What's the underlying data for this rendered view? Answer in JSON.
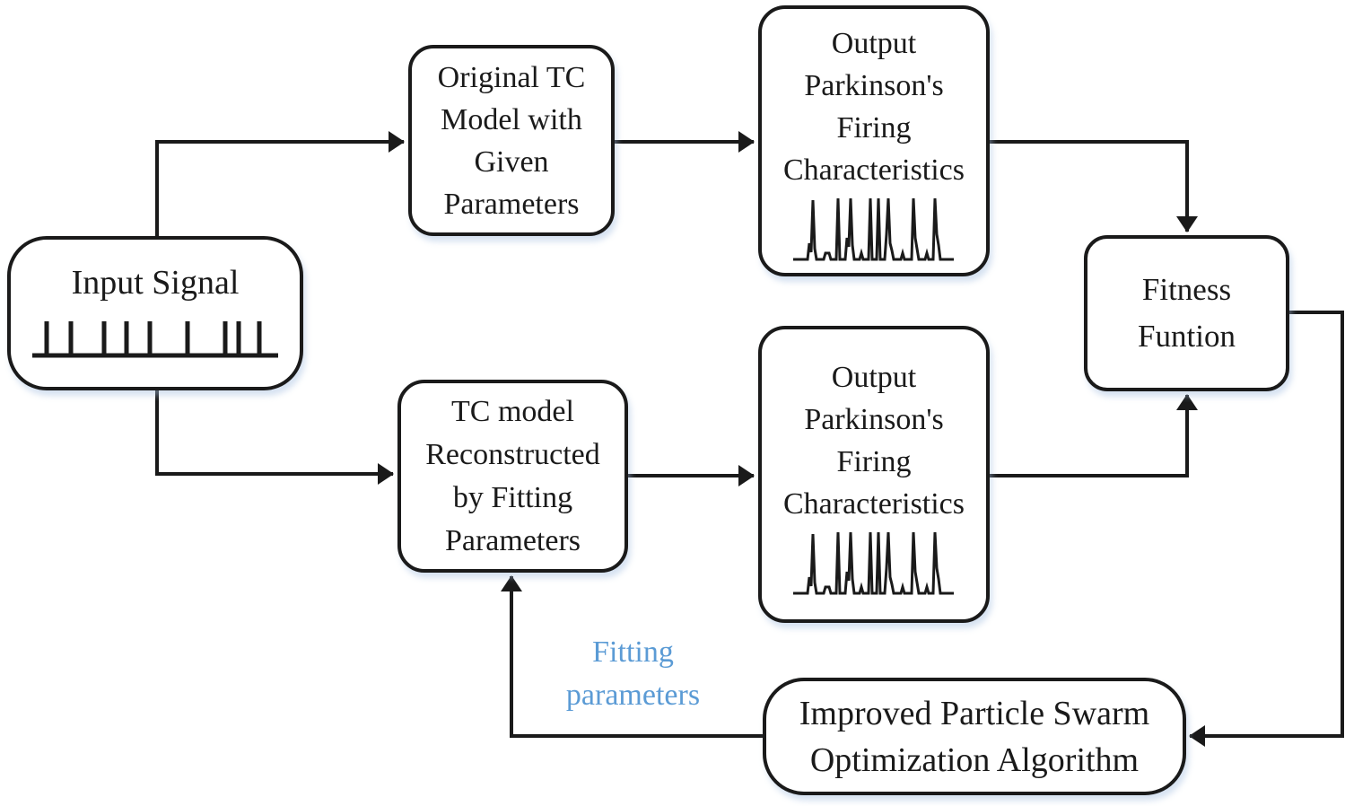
{
  "boxes": {
    "input_signal": {
      "label": "Input Signal",
      "icon": "spike-train-icon"
    },
    "original_tc": {
      "lines": [
        "Original TC",
        "Model with",
        "Given",
        "Parameters"
      ]
    },
    "output_top": {
      "lines": [
        "Output",
        "Parkinson's",
        "Firing",
        "Characteristics"
      ],
      "icon": "firing-burst-icon"
    },
    "fitness": {
      "lines": [
        "Fitness",
        "Funtion"
      ]
    },
    "tc_reconstructed": {
      "lines": [
        "TC model",
        "Reconstructed",
        "by Fitting",
        "Parameters"
      ]
    },
    "output_bottom": {
      "lines": [
        "Output",
        "Parkinson's",
        "Firing",
        "Characteristics"
      ],
      "icon": "firing-burst-icon"
    },
    "pso": {
      "lines": [
        "Improved Particle Swarm",
        "Optimization Algorithm"
      ]
    }
  },
  "labels": {
    "fitting_parameters": {
      "lines": [
        "Fitting",
        "parameters"
      ]
    }
  },
  "colors": {
    "line": "#1a1a1a",
    "box_border": "#1a1a1a",
    "box_fill": "#ffffff",
    "background": "#ffffff",
    "accent_blue": "#5b9bd5"
  }
}
